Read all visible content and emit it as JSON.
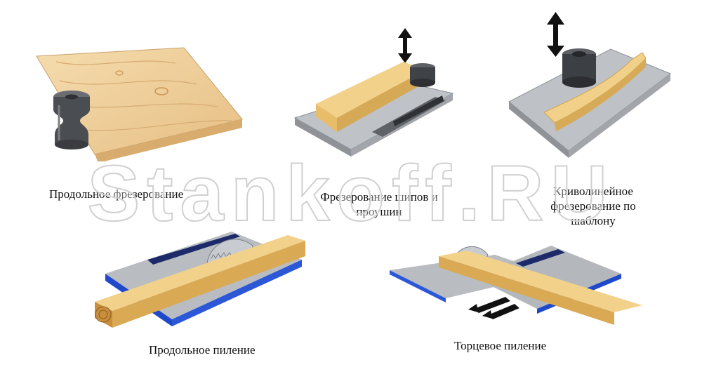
{
  "captions": {
    "longitudinal_milling": "Продольное фрезерование",
    "tenon_milling_line1": "Фрезерование шипов и",
    "tenon_milling_line2": "проушин",
    "template_milling_line1": "Криволинейное",
    "template_milling_line2": "фрезерование по",
    "template_milling_line3": "шаблону",
    "rip_sawing": "Продольное пиление",
    "cross_cut_sawing": "Торцевое пиление"
  },
  "watermark": {
    "text": "Stankoff.RU"
  },
  "colors": {
    "wood_light": "#f2d7a4",
    "wood_dark": "#d9a95c",
    "cutter_gray": "#4a4d52",
    "table_gray": "#b4b8bc",
    "table_blue": "#1f49c9",
    "fence_navy": "#1d2a6a"
  }
}
